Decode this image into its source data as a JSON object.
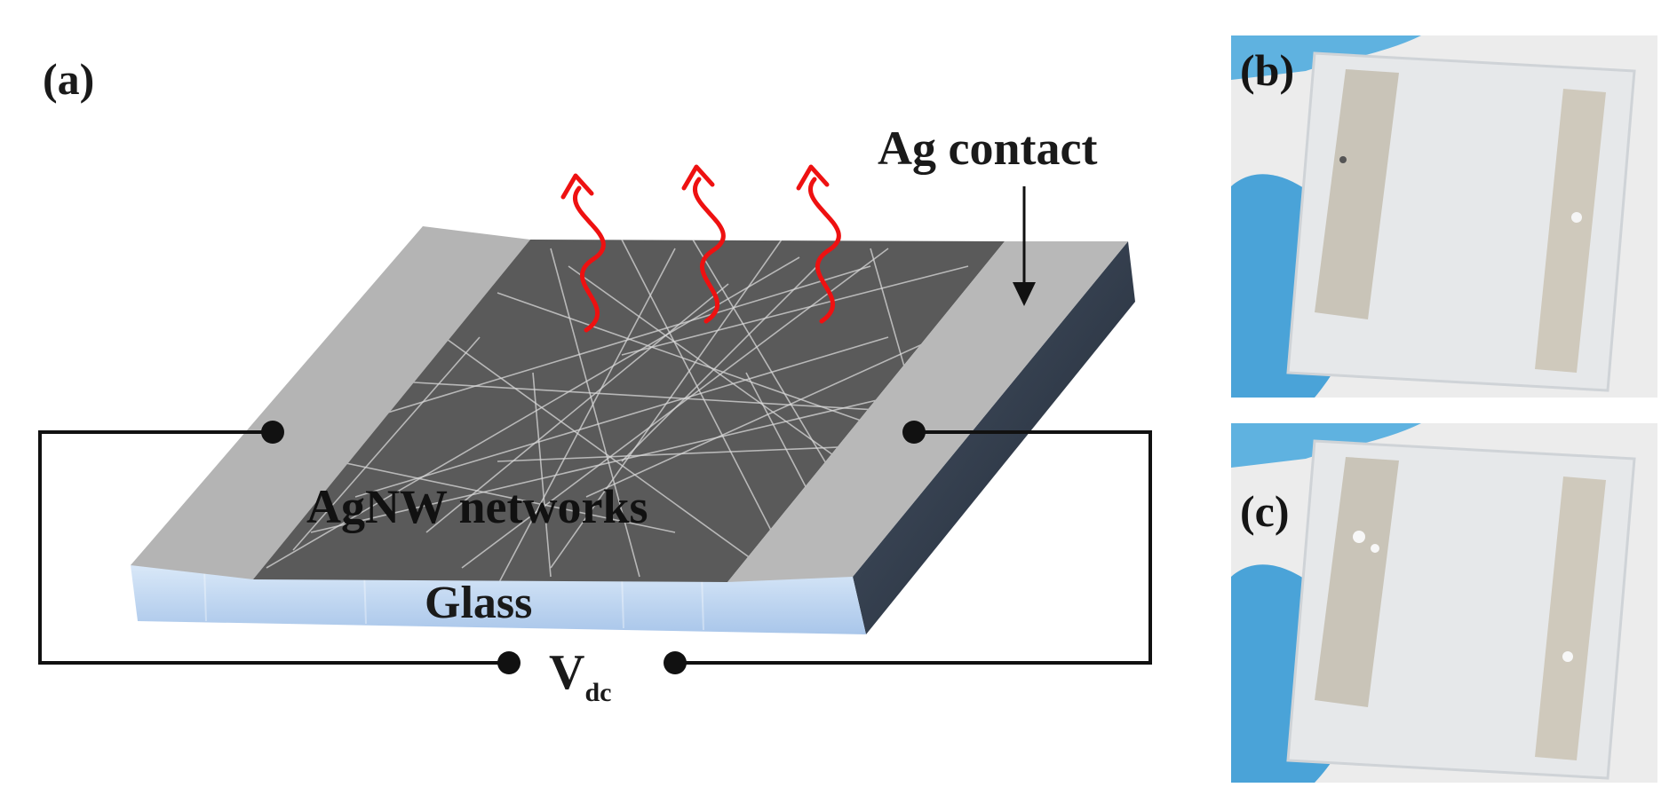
{
  "panels": {
    "a": "(a)",
    "b": "(b)",
    "c": "(c)"
  },
  "labels": {
    "ag_contact": "Ag contact",
    "agnw": "AgNW networks",
    "glass": "Glass",
    "v_main": "V",
    "v_sub": "dc"
  },
  "colors": {
    "contact": "#b4b4b4",
    "network": "#5a5a5a",
    "glass": "#c8dcf2",
    "side": "#2f3a48",
    "heat_arrows": "#ee1111",
    "wire": "#111111",
    "glove": "#4aa3d8"
  }
}
